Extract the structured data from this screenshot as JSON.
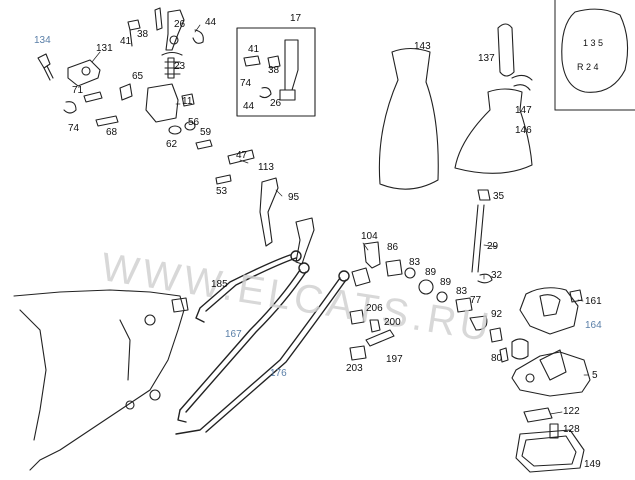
{
  "watermark": "WWW.ELCATS.RU",
  "colors": {
    "line": "#222222",
    "highlight_label": "#5a7fa8",
    "watermark": "#cfcfcf"
  },
  "shift_pattern": {
    "top": "1 3 5",
    "bottom": "R 2 4"
  },
  "callouts": {
    "c134": "134",
    "c131": "131",
    "c71": "71",
    "c74": "74",
    "c68": "68",
    "c41a": "41",
    "c38a": "38",
    "c26a": "26",
    "c44a": "44",
    "c23": "23",
    "c65": "65",
    "c11": "11",
    "c56": "56",
    "c59": "59",
    "c62": "62",
    "c47": "47",
    "c113": "113",
    "c53": "53",
    "c17": "17",
    "c41b": "41",
    "c38b": "38",
    "c74b": "74",
    "c44b": "44",
    "c26b": "26",
    "c143": "143",
    "c137": "137",
    "c147": "147",
    "c146": "146",
    "c35": "35",
    "c29": "29",
    "c32": "32",
    "c95": "95",
    "c104": "104",
    "c86": "86",
    "c83a": "83",
    "c89a": "89",
    "c89b": "89",
    "c83b": "83",
    "c77": "77",
    "c185": "185",
    "c206": "206",
    "c200": "200",
    "c167": "167",
    "c203": "203",
    "c197": "197",
    "c176": "176",
    "c92": "92",
    "c80": "80",
    "c161": "161",
    "c164": "164",
    "c5": "5",
    "c122": "122",
    "c128": "128",
    "c149": "149"
  }
}
